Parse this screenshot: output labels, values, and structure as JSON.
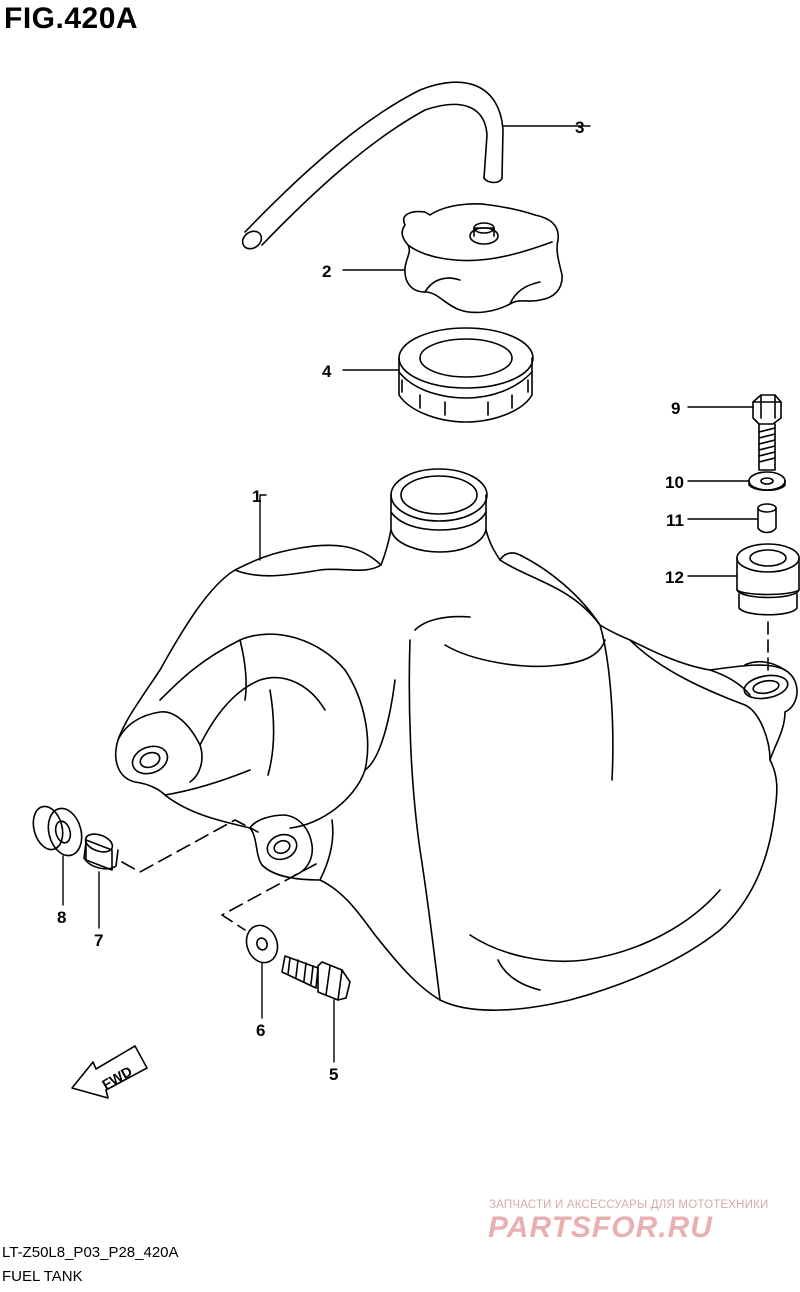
{
  "figure": {
    "title": "FIG.420A"
  },
  "callouts": [
    {
      "id": "1",
      "label": "1"
    },
    {
      "id": "2",
      "label": "2"
    },
    {
      "id": "3",
      "label": "3"
    },
    {
      "id": "4",
      "label": "4"
    },
    {
      "id": "5",
      "label": "5"
    },
    {
      "id": "6",
      "label": "6"
    },
    {
      "id": "7",
      "label": "7"
    },
    {
      "id": "8",
      "label": "8"
    },
    {
      "id": "9",
      "label": "9"
    },
    {
      "id": "10",
      "label": "10"
    },
    {
      "id": "11",
      "label": "11"
    },
    {
      "id": "12",
      "label": "12"
    }
  ],
  "direction_marker": {
    "label": "FWD",
    "icon": "fwd-arrow-icon"
  },
  "footer": {
    "code": "LT-Z50L8_P03_P28_420A",
    "name": "FUEL TANK"
  },
  "watermark": {
    "tagline": "ЗАПЧАСТИ И АКСЕССУАРЫ ДЛЯ МОТОТЕХНИКИ",
    "logo": "PARTSFOR.RU"
  },
  "colors": {
    "line": "#000000",
    "background": "#ffffff",
    "watermark": "#e8b0b0"
  }
}
